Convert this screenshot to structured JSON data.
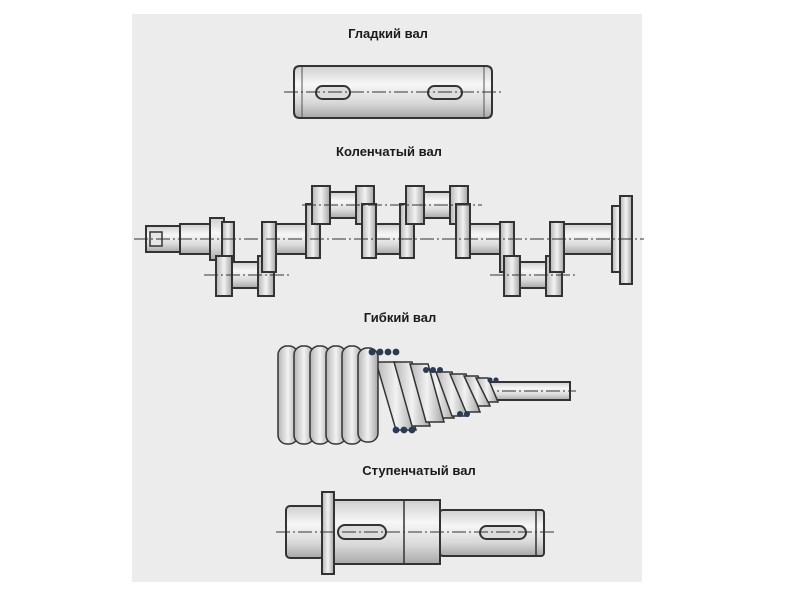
{
  "captions": {
    "smooth_shaft": "Гладкий вал",
    "crankshaft": "Коленчатый вал",
    "flexible_shaft": "Гибкий вал",
    "stepped_shaft": "Ступенчатый вал"
  },
  "colors": {
    "background": "#ececec",
    "outline": "#333333",
    "metal_light": "#f4f4f4",
    "metal_dark": "#9a9a9a",
    "center_line": "#333333"
  }
}
